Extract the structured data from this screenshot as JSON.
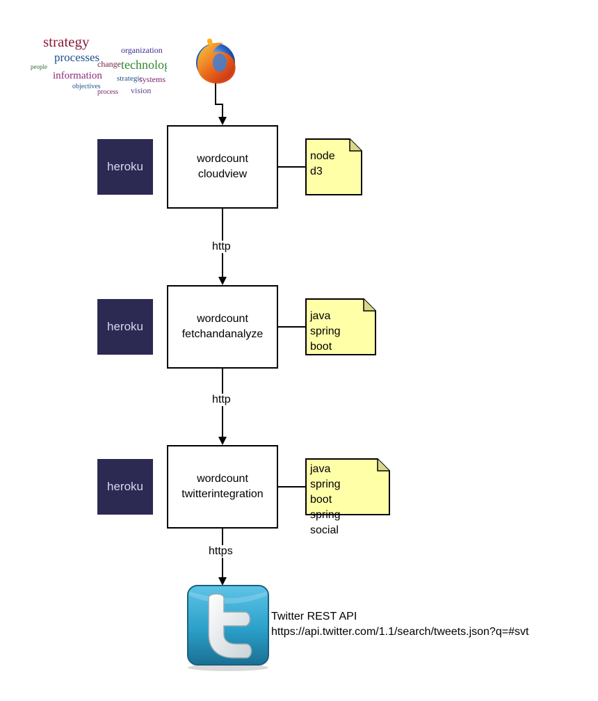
{
  "wordcloud": {
    "words": [
      "strategy",
      "processes",
      "information",
      "organization",
      "technology",
      "strategic",
      "systems",
      "vision",
      "objectives",
      "change",
      "people",
      "process"
    ]
  },
  "nodes": [
    {
      "line1": "wordcount",
      "line2": "cloudview",
      "platform": "heroku",
      "tech": [
        "node",
        "d3"
      ]
    },
    {
      "line1": "wordcount",
      "line2": "fetchandanalyze",
      "platform": "heroku",
      "tech": [
        "java",
        "spring boot"
      ]
    },
    {
      "line1": "wordcount",
      "line2": "twitterintegration",
      "platform": "heroku",
      "tech": [
        "java",
        "spring boot",
        "spring social"
      ]
    }
  ],
  "edges": {
    "e1": "http",
    "e2": "http",
    "e3": "https"
  },
  "twitter": {
    "title": "Twitter REST API",
    "url": "https://api.twitter.com/1.1/search/tweets.json?q=#svt"
  },
  "icons": {
    "browser": "firefox-icon",
    "twitter": "twitter-icon",
    "platform": "heroku-logo"
  },
  "colors": {
    "heroku_bg": "#2c2952",
    "note_fill": "#ffffa8",
    "twitter_blue": "#2ba0c9"
  }
}
